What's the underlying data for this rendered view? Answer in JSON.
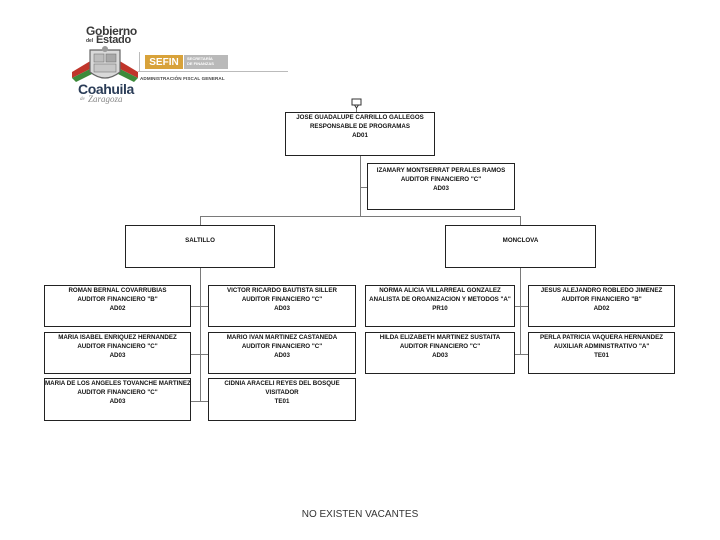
{
  "header": {
    "gobierno": "Gobierno",
    "del": "del",
    "estado": "Estado",
    "coahuila": "Coahuila",
    "de": "de",
    "zaragoza": "Zaragoza",
    "sefin": "SEFIN",
    "secretaria_1": "SECRETARÍA",
    "secretaria_2": "DE FINANZAS",
    "administracion": "ADMINISTRACIÓN FISCAL GENERAL",
    "colors": {
      "red": "#c0352b",
      "green": "#3d8b3a",
      "gold": "#d8a23a",
      "navy": "#2a3c57"
    }
  },
  "chart": {
    "head": {
      "name": "JOSE GUADALUPE CARRILLO GALLEGOS",
      "title": "RESPONSABLE DE PROGRAMAS",
      "code": "AD01"
    },
    "staff": {
      "name": "IZAMARY MONTSERRAT PERALES RAMOS",
      "title": "AUDITOR FINANCIERO \"C\"",
      "code": "AD03"
    },
    "offices": [
      {
        "label": "SALTILLO"
      },
      {
        "label": "MONCLOVA"
      }
    ],
    "saltillo_left": [
      {
        "name": "ROMAN BERNAL COVARRUBIAS",
        "title": "AUDITOR FINANCIERO \"B\"",
        "code": "AD02"
      },
      {
        "name": "MARIA ISABEL ENRIQUEZ HERNANDEZ",
        "title": "AUDITOR FINANCIERO \"C\"",
        "code": "AD03"
      },
      {
        "name": "MARIA DE LOS ANGELES TOVANCHE MARTINEZ",
        "title": "AUDITOR FINANCIERO \"C\"",
        "code": "AD03"
      }
    ],
    "saltillo_right": [
      {
        "name": "VICTOR RICARDO BAUTISTA SILLER",
        "title": "AUDITOR FINANCIERO \"C\"",
        "code": "AD03"
      },
      {
        "name": "MARIO IVAN MARTINEZ CASTAÑEDA",
        "title": "AUDITOR FINANCIERO \"C\"",
        "code": "AD03"
      },
      {
        "name": "CIDNIA ARACELI REYES DEL BOSQUE",
        "title": "VISITADOR",
        "code": "TE01"
      }
    ],
    "monclova_left": [
      {
        "name": "NORMA ALICIA VILLARREAL GONZALEZ",
        "title": "ANALISTA DE ORGANIZACION Y METODOS \"A\"",
        "code": "PR10"
      },
      {
        "name": "HILDA ELIZABETH MARTINEZ SUSTAITA",
        "title": "AUDITOR FINANCIERO \"C\"",
        "code": "AD03"
      }
    ],
    "monclova_right": [
      {
        "name": "JESUS ALEJANDRO ROBLEDO JIMENEZ",
        "title": "AUDITOR FINANCIERO \"B\"",
        "code": "AD02"
      },
      {
        "name": "PERLA PATRICIA VAQUERA HERNANDEZ",
        "title": "AUXILIAR ADMINISTRATIVO \"A\"",
        "code": "TE01"
      }
    ]
  },
  "footer": {
    "text": "NO EXISTEN VACANTES"
  }
}
